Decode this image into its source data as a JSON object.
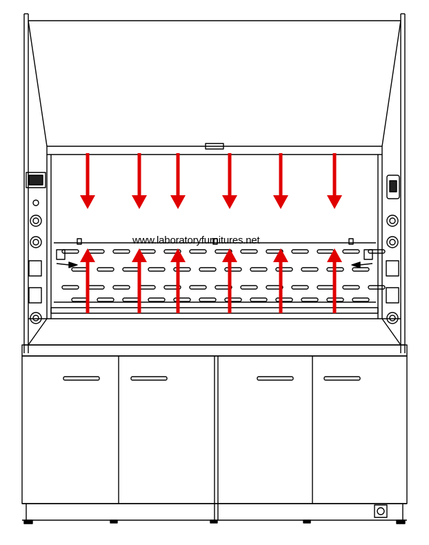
{
  "watermark_text": "www.laboratoryfurnitures.net",
  "colors": {
    "line": "#000000",
    "airflow_arrow": "#e00000",
    "background": "#ffffff"
  },
  "diagram": {
    "subject": "fume hood with base cabinets",
    "airflow_arrows": {
      "downward_count": 6,
      "upward_count": 6
    },
    "cabinet_doors": 4,
    "side_controls_per_side": 4
  }
}
